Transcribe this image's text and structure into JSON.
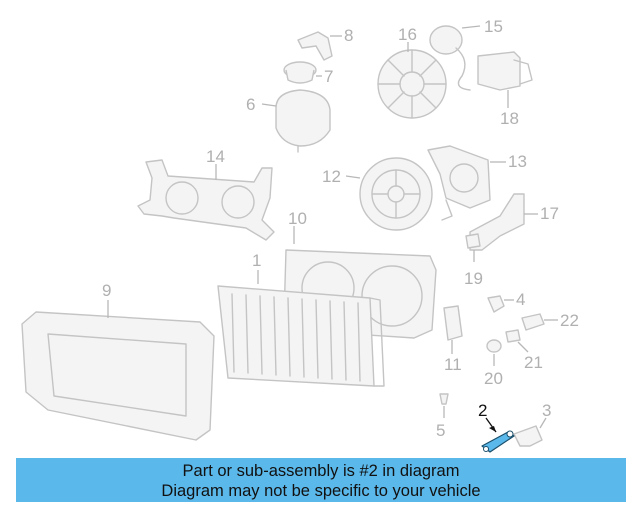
{
  "callouts": {
    "c1": "1",
    "c2": "2",
    "c3": "3",
    "c4": "4",
    "c5": "5",
    "c6": "6",
    "c7": "7",
    "c8": "8",
    "c9": "9",
    "c10": "10",
    "c11": "11",
    "c12": "12",
    "c13": "13",
    "c14": "14",
    "c15": "15",
    "c16": "16",
    "c17": "17",
    "c18": "18",
    "c19": "19",
    "c20": "20",
    "c21": "21",
    "c22": "22"
  },
  "highlight": {
    "part": "2",
    "color": "#5bb8ea"
  },
  "colors": {
    "banner": "#5bb8ea",
    "line_art": "#c4c4c4",
    "highlight_label": "#111111"
  },
  "banner": {
    "line1": "Part or sub-assembly is #2 in diagram",
    "line2": "Diagram may not be specific to your vehicle"
  }
}
